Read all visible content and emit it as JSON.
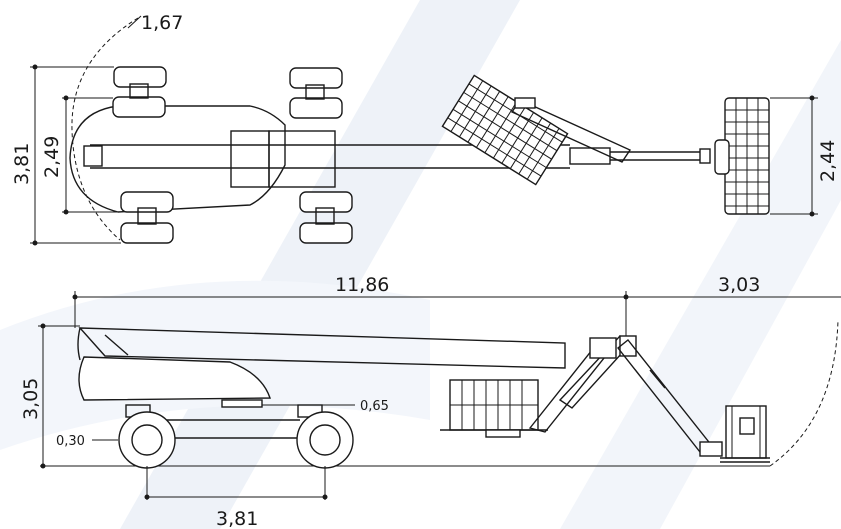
{
  "colors": {
    "background": "#ffffff",
    "line": "#1a1a1a",
    "watermark": "#eef2f8"
  },
  "top_view": {
    "swing_radius": "1,67",
    "overall_width": "3,81",
    "track_width": "2,49",
    "platform_width": "2,44"
  },
  "side_view": {
    "overall_length": "11,86",
    "platform_reach": "3,03",
    "stowed_height": "3,05",
    "ground_clearance": "0,65",
    "wheel_offset": "0,30",
    "wheelbase": "3,81"
  }
}
